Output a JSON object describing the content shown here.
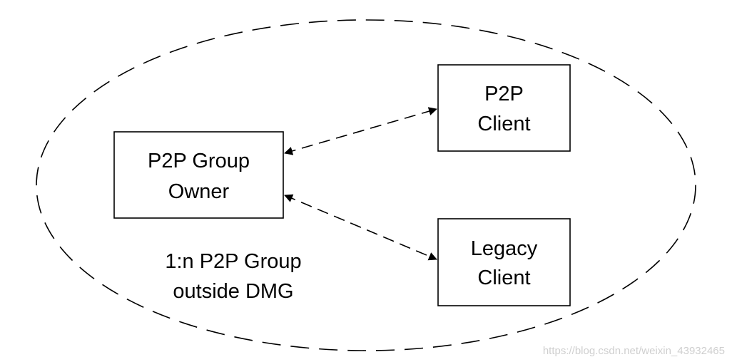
{
  "group_boundary": {
    "style": "dashed-ellipse"
  },
  "nodes": {
    "group_owner": {
      "line1": "P2P Group",
      "line2": "Owner"
    },
    "p2p_client": {
      "line1": "P2P",
      "line2": "Client"
    },
    "legacy_client": {
      "line1": "Legacy",
      "line2": "Client"
    }
  },
  "connections": [
    {
      "from": "group_owner",
      "to": "p2p_client",
      "style": "dashed",
      "direction": "bidirectional"
    },
    {
      "from": "group_owner",
      "to": "legacy_client",
      "style": "dashed",
      "direction": "bidirectional"
    }
  ],
  "caption": {
    "line1": "1:n P2P Group",
    "line2": "outside DMG"
  },
  "watermark": "https://blog.csdn.net/weixin_43932465",
  "colors": {
    "stroke": "#000000",
    "background": "#ffffff",
    "watermark": "#cfcfcf"
  }
}
